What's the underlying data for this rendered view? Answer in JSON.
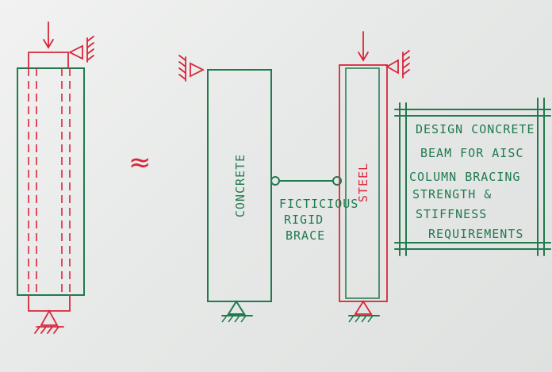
{
  "labels": {
    "concrete": "CONCRETE",
    "steel": "STEEL",
    "brace_line1": "FICTICIOUS",
    "brace_line2": "RIGID",
    "brace_line3": "BRACE",
    "approx_symbol": "≈"
  },
  "note_box": {
    "lines": [
      "DESIGN CONCRETE",
      "BEAM FOR AISC",
      "COLUMN BRACING",
      "STRENGTH &",
      "STIFFNESS",
      "REQUIREMENTS"
    ]
  },
  "colors": {
    "green_marker": "#1f7a4d",
    "red_marker": "#d8263a",
    "whiteboard": "#e9ebea"
  }
}
